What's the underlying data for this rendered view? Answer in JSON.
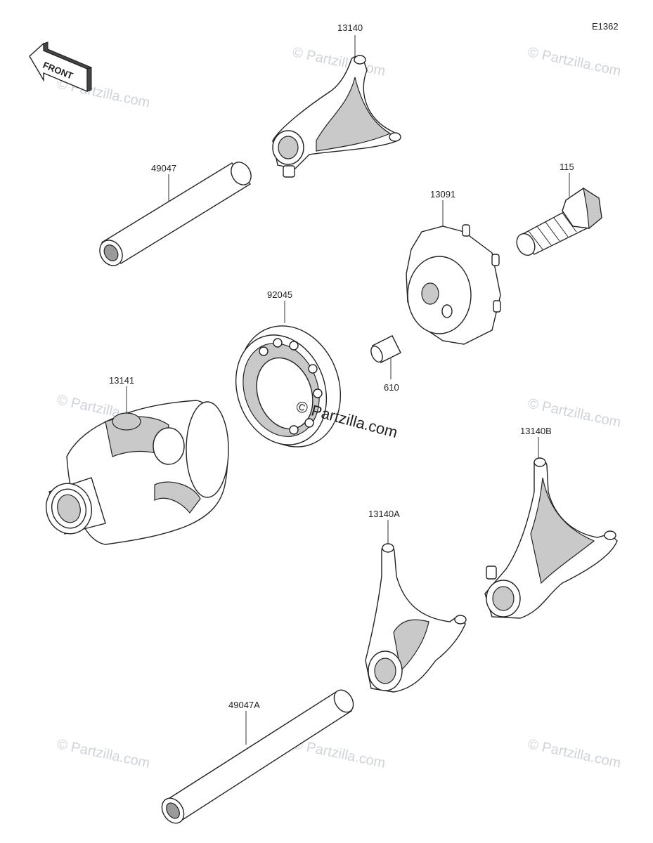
{
  "diagram_code": "E1362",
  "front_label": "FRONT",
  "center_watermark": "© Partzilla.com",
  "watermark_text": "© Partzilla.com",
  "parts": [
    {
      "id": "13140",
      "label": "13140"
    },
    {
      "id": "49047",
      "label": "49047"
    },
    {
      "id": "115",
      "label": "115"
    },
    {
      "id": "13091",
      "label": "13091"
    },
    {
      "id": "92045",
      "label": "92045"
    },
    {
      "id": "610",
      "label": "610"
    },
    {
      "id": "13141",
      "label": "13141"
    },
    {
      "id": "13140B",
      "label": "13140B"
    },
    {
      "id": "13140A",
      "label": "13140A"
    },
    {
      "id": "49047A",
      "label": "49047A"
    }
  ]
}
